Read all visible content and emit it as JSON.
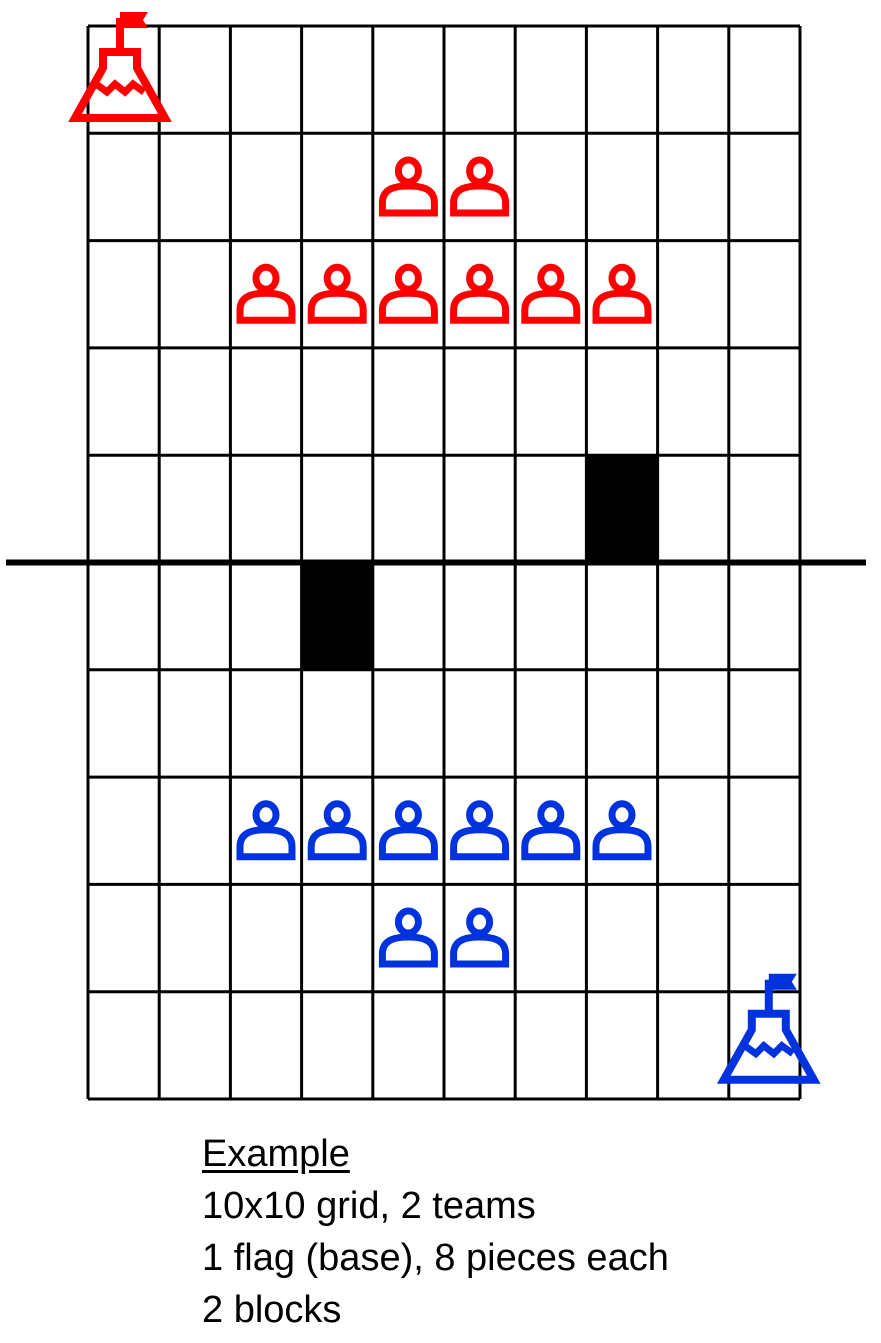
{
  "grid": {
    "rows": 10,
    "cols": 10,
    "line_color": "#000000",
    "divider_after_row": 5
  },
  "teams": [
    {
      "name": "red",
      "color": "#ff0000",
      "flag": {
        "row": 0,
        "col": 0
      },
      "pieces": [
        {
          "row": 1,
          "col": 4
        },
        {
          "row": 1,
          "col": 5
        },
        {
          "row": 2,
          "col": 2
        },
        {
          "row": 2,
          "col": 3
        },
        {
          "row": 2,
          "col": 4
        },
        {
          "row": 2,
          "col": 5
        },
        {
          "row": 2,
          "col": 6
        },
        {
          "row": 2,
          "col": 7
        }
      ]
    },
    {
      "name": "blue",
      "color": "#0033dd",
      "flag": {
        "row": 9,
        "col": 9
      },
      "pieces": [
        {
          "row": 7,
          "col": 2
        },
        {
          "row": 7,
          "col": 3
        },
        {
          "row": 7,
          "col": 4
        },
        {
          "row": 7,
          "col": 5
        },
        {
          "row": 7,
          "col": 6
        },
        {
          "row": 7,
          "col": 7
        },
        {
          "row": 8,
          "col": 4
        },
        {
          "row": 8,
          "col": 5
        }
      ]
    }
  ],
  "blocks": [
    {
      "row": 4,
      "col": 7
    },
    {
      "row": 5,
      "col": 3
    }
  ],
  "icons": {
    "piece": "person-icon",
    "flag": "flag-base-icon"
  },
  "caption": {
    "heading": "Example",
    "lines": [
      "10x10 grid, 2 teams",
      "1 flag (base), 8 pieces each",
      "2 blocks"
    ]
  }
}
